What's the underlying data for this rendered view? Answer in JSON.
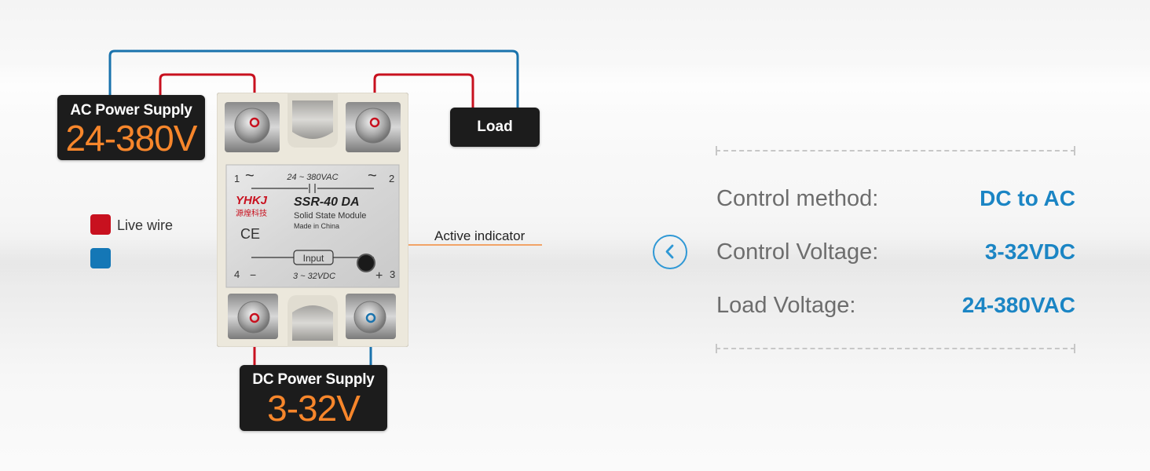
{
  "labels": {
    "ac_title": "AC Power Supply",
    "ac_value": "24-380V",
    "dc_title": "DC Power Supply",
    "dc_value": "3-32V",
    "load": "Load",
    "live_wire": "Live wire",
    "active_indicator": "Active indicator"
  },
  "relay": {
    "brand": "YHKJ",
    "brand_cn": "源煌科技",
    "model": "SSR-40 DA",
    "subtitle": "Solid State Module",
    "origin": "Made in China",
    "ce_mark": "CE",
    "ac_range": "24 ~ 380VAC",
    "dc_range": "3 ~ 32VDC",
    "input_label": "Input",
    "terminal_1": "1",
    "terminal_2": "2",
    "terminal_3": "3",
    "terminal_4": "4",
    "ac_symbol": "~",
    "minus": "−",
    "plus": "+"
  },
  "specs": [
    {
      "label": "Control method:",
      "value": "DC to AC"
    },
    {
      "label": "Control Voltage:",
      "value": "3-32VDC"
    },
    {
      "label": "Load Voltage:",
      "value": "24-380VAC"
    }
  ],
  "colors": {
    "live_wire": "#c8111f",
    "neutral_wire": "#1477b6",
    "accent_blue": "#1b85c4",
    "value_orange": "#f7862b"
  },
  "icons": {
    "prev": "chevron-left-icon"
  }
}
